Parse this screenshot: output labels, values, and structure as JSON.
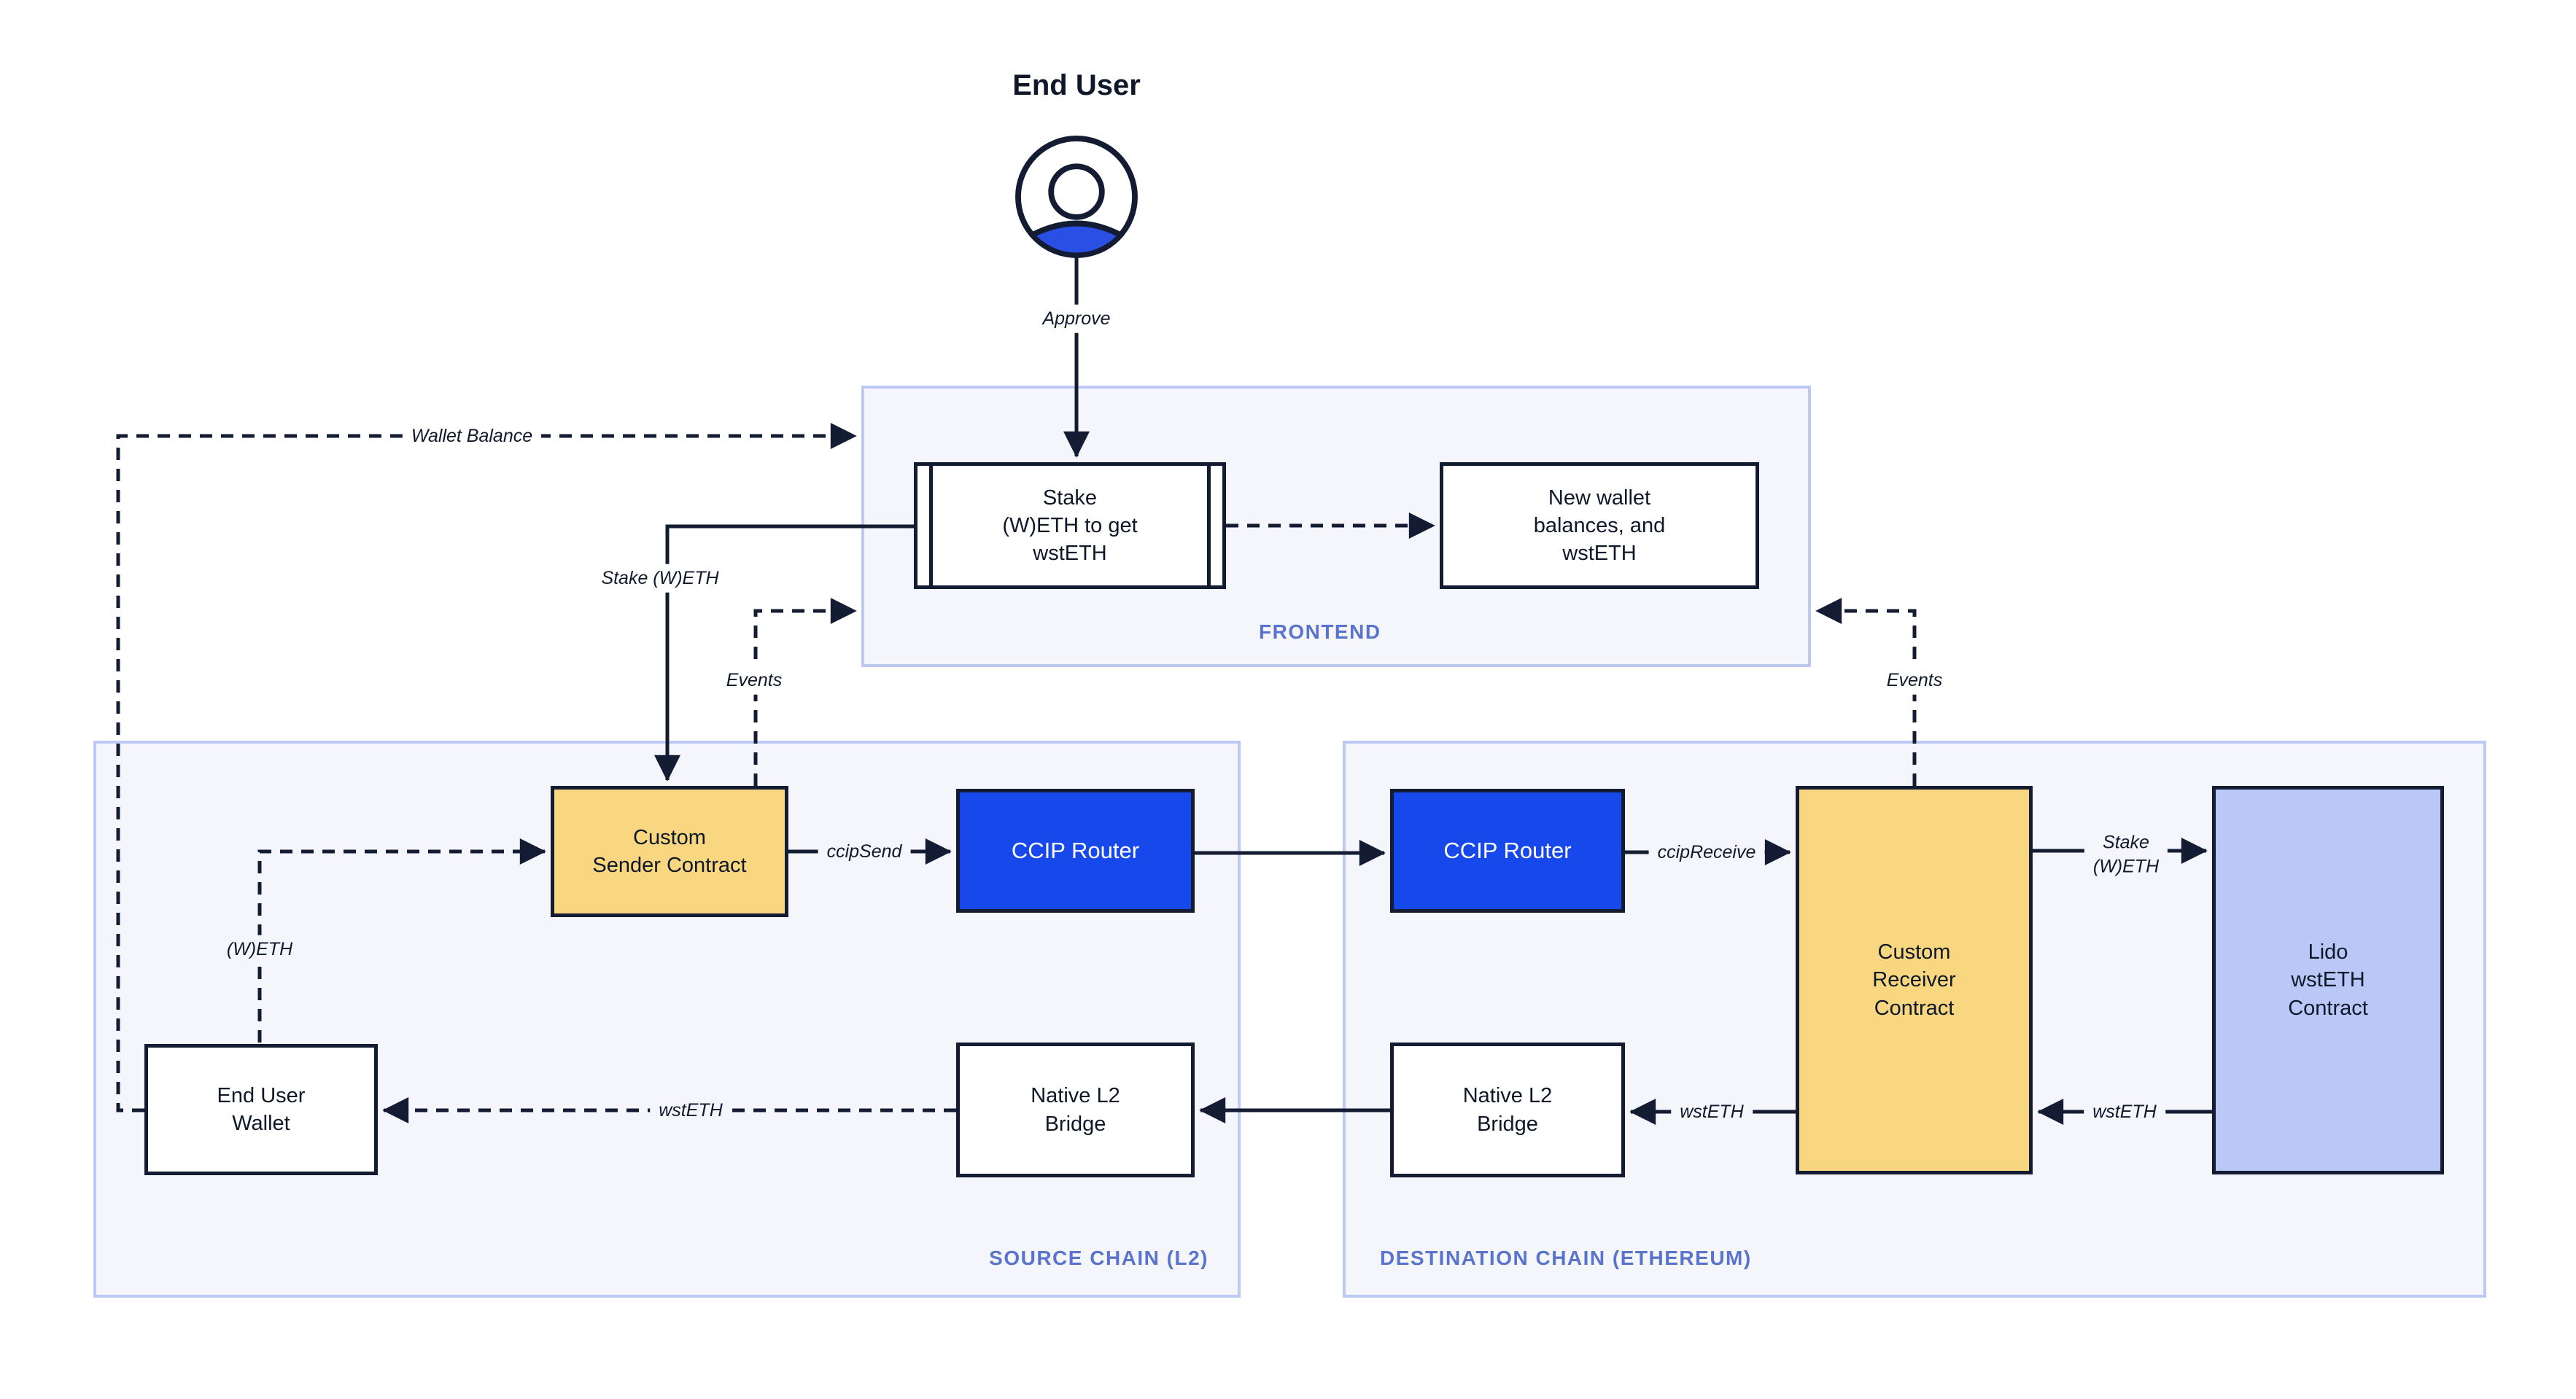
{
  "colors": {
    "ink": "#131C33",
    "accent_blue": "#1648EB",
    "actor_blue": "#2A4FE4",
    "node_yellow": "#F9D781",
    "node_periwinkle": "#BAC8F7",
    "panel_bg": "#F4F6FC",
    "panel_border": "#BCC9F5",
    "panel_label": "#5A74CE"
  },
  "actor": {
    "title": "End User"
  },
  "panels": {
    "frontend": {
      "label": "FRONTEND"
    },
    "source_chain": {
      "label": "SOURCE CHAIN (L2)"
    },
    "destination_chain": {
      "label": "DESTINATION CHAIN (ETHEREUM)"
    }
  },
  "nodes": {
    "stake_widget": {
      "label": "Stake\n(W)ETH to get\nwstETH"
    },
    "new_wallet": {
      "label": "New wallet\nbalances, and\nwstETH"
    },
    "custom_sender": {
      "label": "Custom\nSender Contract"
    },
    "ccip_router_source": {
      "label": "CCIP Router"
    },
    "ccip_router_destination": {
      "label": "CCIP Router"
    },
    "custom_receiver": {
      "label": "Custom\nReceiver\nContract"
    },
    "lido_wsteth": {
      "label": "Lido\nwstETH\nContract"
    },
    "end_user_wallet": {
      "label": "End User\nWallet"
    },
    "native_bridge_source": {
      "label": "Native L2\nBridge"
    },
    "native_bridge_destination": {
      "label": "Native L2\nBridge"
    }
  },
  "edge_labels": {
    "approve": "Approve",
    "wallet_balance": "Wallet Balance",
    "stake_weth_source": "Stake (W)ETH",
    "events_source": "Events",
    "events_destination": "Events",
    "ccip_send": "ccipSend",
    "ccip_receive": "ccipReceive",
    "weth": "(W)ETH",
    "wsteth_to_wallet": "wstETH",
    "wsteth_to_bridge": "wstETH",
    "stake_weth_destination": "Stake\n(W)ETH",
    "wsteth_from_lido": "wstETH"
  }
}
